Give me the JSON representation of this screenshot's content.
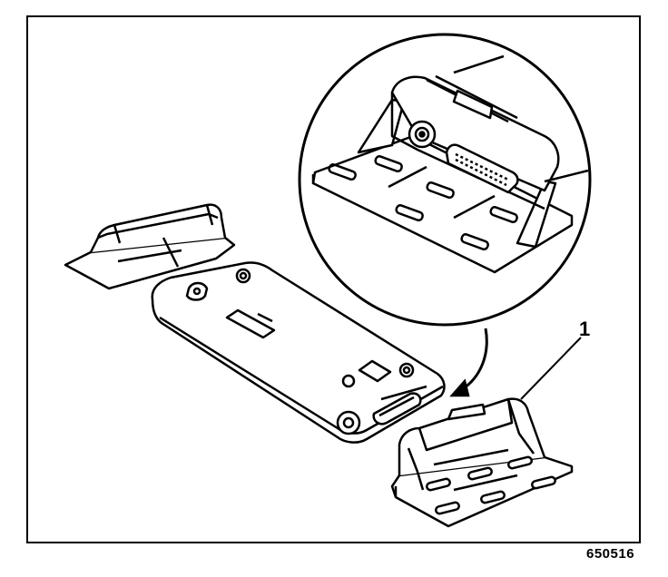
{
  "figure": {
    "callout_label": "1",
    "figure_number": "650516",
    "colors": {
      "line": "#000000",
      "background": "#ffffff"
    },
    "parts": [
      "bracket-left",
      "module-body",
      "bracket-right",
      "detail-circle",
      "install-arrow"
    ]
  }
}
